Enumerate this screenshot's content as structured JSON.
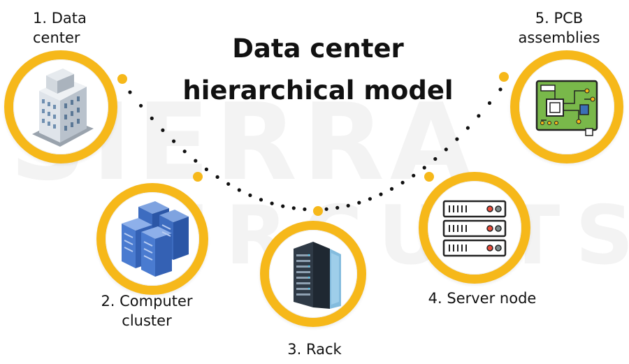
{
  "title": {
    "line1": "Data center",
    "line2": "hierarchical model"
  },
  "watermark": {
    "line1": "SIERRA",
    "line2": "CIRCUITS"
  },
  "colors": {
    "accent": "#f6b81a",
    "dot": "#111111",
    "text": "#111111"
  },
  "levels": [
    {
      "label_line1": "1. Data",
      "label_line2": "center",
      "icon": "office-building-icon"
    },
    {
      "label_line1": "2. Computer",
      "label_line2": "cluster",
      "icon": "server-cluster-icon"
    },
    {
      "label_line1": "3. Rack",
      "label_line2": "",
      "icon": "server-rack-icon"
    },
    {
      "label_line1": "4. Server node",
      "label_line2": "",
      "icon": "server-node-icon"
    },
    {
      "label_line1": "5. PCB",
      "label_line2": "assemblies",
      "icon": "pcb-board-icon"
    }
  ]
}
